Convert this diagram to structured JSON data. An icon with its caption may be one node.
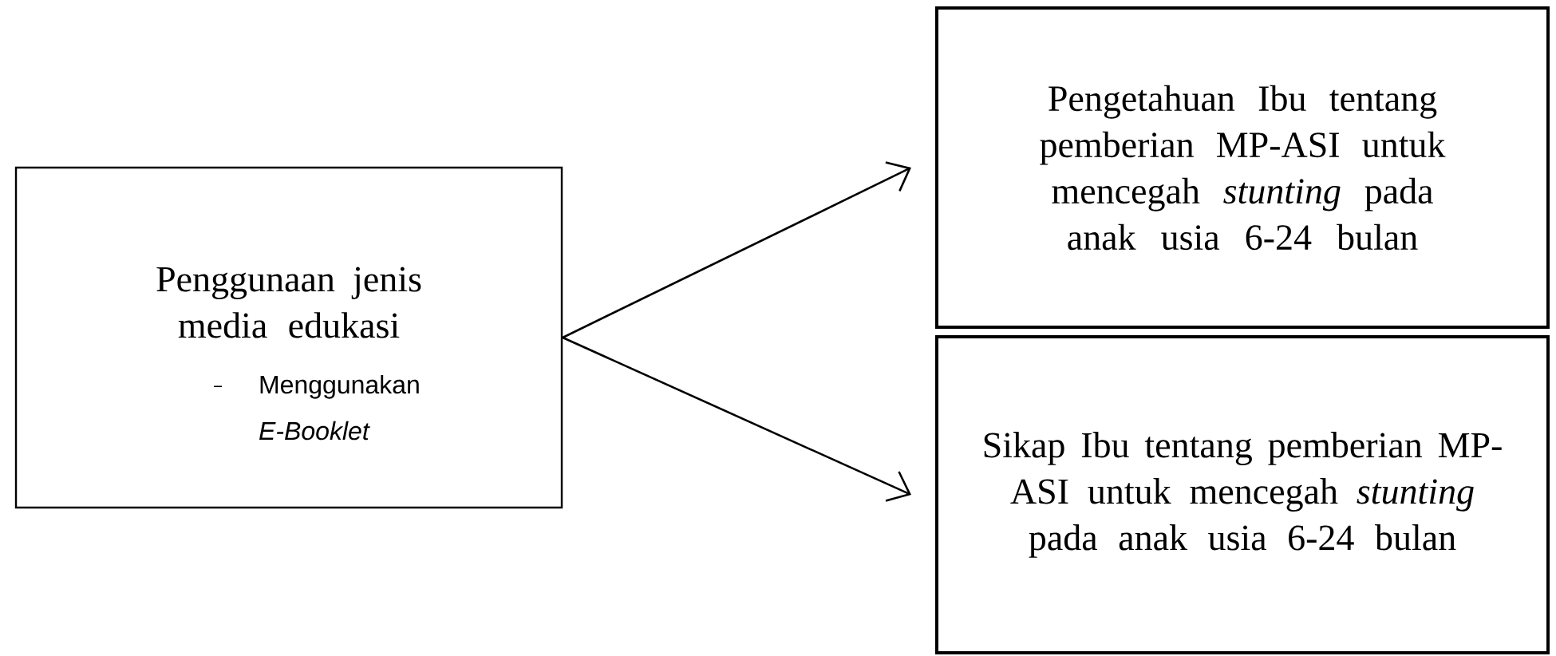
{
  "diagram": {
    "nodes": [
      {
        "text": [
          "Penggunaan jenis media edukasi",
          "Menggunakan *E-Booklet*"
        ]
      },
      {
        "text": [
          "Pengetahuan Ibu tentang pemberian MP-ASI untuk mencegah *stunting* pada anak usia 6-24 bulan"
        ]
      },
      {
        "text": [
          "Sikap Ibu tentang pemberian MP-ASI untuk mencegah *stunting* pada anak usia 6-24 bulan"
        ]
      }
    ],
    "edges": [
      {
        "from": 0,
        "to": 1,
        "arrow": "to"
      },
      {
        "from": 0,
        "to": 2,
        "arrow": "to"
      }
    ]
  }
}
